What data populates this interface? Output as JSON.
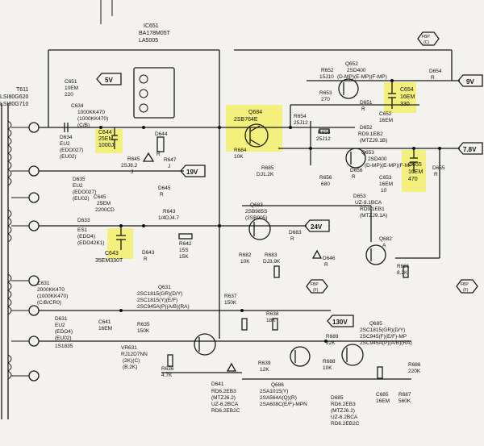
{
  "rails": {
    "v5": "5V",
    "v9": "9V",
    "v7_8": "7.8V",
    "v19": "19V",
    "v24": "24V",
    "v130": "130V"
  },
  "ic": {
    "ref": "IC651",
    "part": "BA178M05T",
    "alt": "LA5005"
  },
  "transformer": {
    "ref": "T611",
    "part1": "LSI80G620",
    "part2": "LSI80G710"
  },
  "tags": {
    "fbp": "FBP",
    "cc": "(C)",
    "ff": "(F)"
  },
  "highlighted": [
    {
      "id": "c644",
      "ref": "C644",
      "l1": "25EM",
      "l2": "1000J"
    },
    {
      "id": "q684",
      "ref": "Q684",
      "l1": "2SB764E",
      "l2": ""
    },
    {
      "id": "c654",
      "ref": "C654",
      "l1": "16EM",
      "l2": "330"
    },
    {
      "id": "c655",
      "ref": "C655",
      "l1": "16EM",
      "l2": "470"
    },
    {
      "id": "c643",
      "ref": "C643",
      "l1": "35EM330T",
      "l2": ""
    }
  ],
  "components": {
    "c651": {
      "ref": "C651",
      "l1": "10EM",
      "l2": "220"
    },
    "c634": {
      "ref": "C634",
      "l1": "1000KK470",
      "l2": "(1000KK470)",
      "l3": "(C/B)"
    },
    "d634": {
      "ref": "D634",
      "l1": "EU2",
      "l2": "(EDO027)",
      "l3": "(EU02)"
    },
    "d644": {
      "ref": "D644",
      "val": "R"
    },
    "r645": {
      "ref": "R645",
      "l1": "2SJ8.2",
      "l2": "J"
    },
    "r647": {
      "ref": "R647",
      "val": "J"
    },
    "d645": {
      "ref": "D645",
      "val": "R"
    },
    "c645": {
      "ref": "C645",
      "l1": "25EM",
      "l2": "2200CD"
    },
    "d635": {
      "ref": "D635",
      "l1": "EU2",
      "l2": "(EDO027)",
      "l3": "(EU02)"
    },
    "d633": {
      "ref": "D633",
      "l1": "ES1",
      "l2": "(EDO4)",
      "l3": "(EDO42K1)"
    },
    "r643": {
      "ref": "R643",
      "l1": "1/4DJ4.7",
      "l2": ""
    },
    "d643": {
      "ref": "D643",
      "val": "R"
    },
    "r642": {
      "ref": "R642",
      "l1": "15S",
      "l2": "15K"
    },
    "r652": {
      "ref": "R652",
      "val": "15J10"
    },
    "q652": {
      "ref": "Q652",
      "l1": "2SD400",
      "l2": "(D-MP)(E-MP)(F-MP)"
    },
    "r653": {
      "ref": "R653",
      "val": "270"
    },
    "d651": {
      "ref": "D651",
      "val": "R"
    },
    "c652": {
      "ref": "C652",
      "l1": "16EM",
      "l2": ""
    },
    "r654": {
      "ref": "R654",
      "val": "25J12"
    },
    "r655": {
      "ref": "R655",
      "val": "25J12"
    },
    "d652": {
      "ref": "D652",
      "l1": "RD9.1EB2",
      "l2": "(MTZJ9.1B)"
    },
    "q653": {
      "ref": "Q653",
      "l1": "2SD400",
      "l2": "(D-MP)(E-MP)(F-MP)"
    },
    "r684": {
      "ref": "R684",
      "val": "10K"
    },
    "r685": {
      "ref": "R685",
      "val": "DJ1.2K"
    },
    "r656": {
      "ref": "R656",
      "val": "680"
    },
    "d656": {
      "ref": "D656",
      "val": "R"
    },
    "c653": {
      "ref": "C653",
      "l1": "16EM",
      "l2": "10"
    },
    "d653": {
      "ref": "D653",
      "l1": "UZ-9.1BCA",
      "l2": "RD9.1EB1",
      "l3": "(MTZJ9.1A)"
    },
    "d654": {
      "ref": "D654",
      "val": "R"
    },
    "d655": {
      "ref": "D655",
      "val": "R"
    },
    "q683": {
      "ref": "Q683",
      "l1": "2SB985S",
      "l2": "(2SB905)"
    },
    "r682": {
      "ref": "R682",
      "val": "10K"
    },
    "r683": {
      "ref": "R683",
      "val": "DJ3.9K"
    },
    "d683": {
      "ref": "D683",
      "val": "R"
    },
    "d646": {
      "ref": "D646",
      "val": "R"
    },
    "q682": {
      "ref": "Q682",
      "val": "A"
    },
    "r681": {
      "ref": "R681",
      "val": "8.2K"
    },
    "c631": {
      "ref": "C631",
      "l1": "2000KK470",
      "l2": "(1000KK470)",
      "l3": "(C/B/CR0)"
    },
    "d631": {
      "ref": "D631",
      "l1": "EU2",
      "l2": "(EDO4)",
      "l3": "(EU02)",
      "l4": "1S1835"
    },
    "q631": {
      "ref": "Q631",
      "l1": "2SC1815(GR)(D/Y)",
      "l2": "2SC1815(Y)(E/F)",
      "l3": "2SC945A(P)(A/B)(RA)"
    },
    "r637": {
      "ref": "R637",
      "val": "150K"
    },
    "c641": {
      "ref": "C641",
      "l1": "16EM",
      "l2": ""
    },
    "r635": {
      "ref": "R635",
      "val": "150K"
    },
    "vr631": {
      "ref": "VR631",
      "l1": "RJ12D7NN",
      "l2": "(2K)(C)",
      "l3": "(B.2K)"
    },
    "r636": {
      "ref": "R636",
      "val": "4.7K"
    },
    "r638": {
      "ref": "R638",
      "val": "18K"
    },
    "r639": {
      "ref": "R639",
      "val": "12K"
    },
    "r689": {
      "ref": "R689",
      "val": "22K"
    },
    "r688": {
      "ref": "R688",
      "val": "10K"
    },
    "q685": {
      "ref": "Q685",
      "l1": "2SC1815(GR)(D/Y)",
      "l2": "2SC945(F)(E/F)-MP",
      "l3": "2SC945A(P)(A/B)(RA)"
    },
    "q686": {
      "ref": "Q686",
      "l1": "2SA1015(Y)",
      "l2": "2SA564A(Q)(R)",
      "l3": "2SA608C(E/F)-MPN"
    },
    "d641": {
      "ref": "D641",
      "l1": "RD6.2EB3",
      "l2": "(MTZJ6.2)",
      "l3": "UZ-6.2BCA",
      "l4": "RD6.2EB2C"
    },
    "d685": {
      "ref": "D685",
      "l1": "RD6.2EB3",
      "l2": "(MTZJ6.2)",
      "l3": "UZ-6.2BCA",
      "l4": "RD6.2EB2C"
    },
    "r686": {
      "ref": "R686",
      "val": "220K"
    },
    "c685": {
      "ref": "C685",
      "l1": "16EM",
      "l2": ""
    },
    "r687": {
      "ref": "R687",
      "val": "560K"
    }
  }
}
